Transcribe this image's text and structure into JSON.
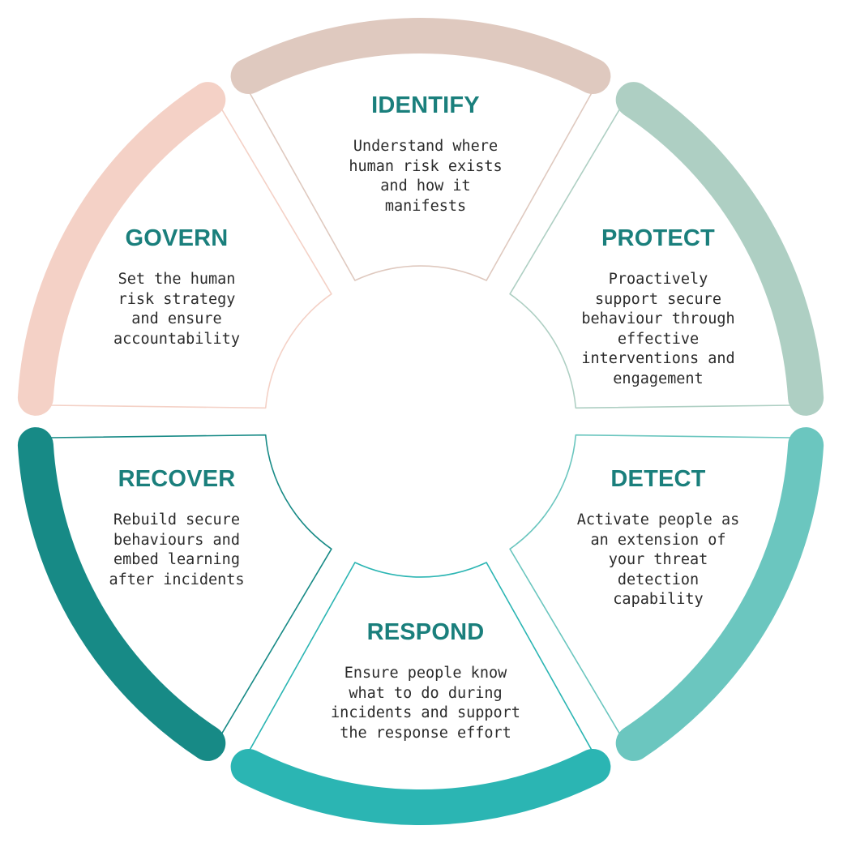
{
  "colors": {
    "title": "#1a7f7c",
    "text": "#2b2b2b",
    "identify": "#dfc9bf",
    "protect": "#aecfc3",
    "detect": "#6bc6bf",
    "respond": "#2bb5b3",
    "recover": "#178a86",
    "govern": "#f4d1c6"
  },
  "segments": {
    "identify": {
      "title": "IDENTIFY",
      "lines": [
        "Understand where",
        "human risk exists",
        "and how it",
        "manifests"
      ]
    },
    "protect": {
      "title": "PROTECT",
      "lines": [
        "Proactively",
        "support secure",
        "behaviour through",
        "effective",
        "interventions and",
        "engagement"
      ]
    },
    "detect": {
      "title": "DETECT",
      "lines": [
        "Activate people as",
        "an extension of",
        "your threat",
        "detection",
        "capability"
      ]
    },
    "respond": {
      "title": "RESPOND",
      "lines": [
        "Ensure people know",
        "what to do during",
        "incidents and support",
        "the response effort"
      ]
    },
    "recover": {
      "title": "RECOVER",
      "lines": [
        "Rebuild secure",
        "behaviours and",
        "embed learning",
        "after incidents"
      ]
    },
    "govern": {
      "title": "GOVERN",
      "lines": [
        "Set the human",
        "risk strategy",
        "and ensure",
        "accountability"
      ]
    }
  }
}
